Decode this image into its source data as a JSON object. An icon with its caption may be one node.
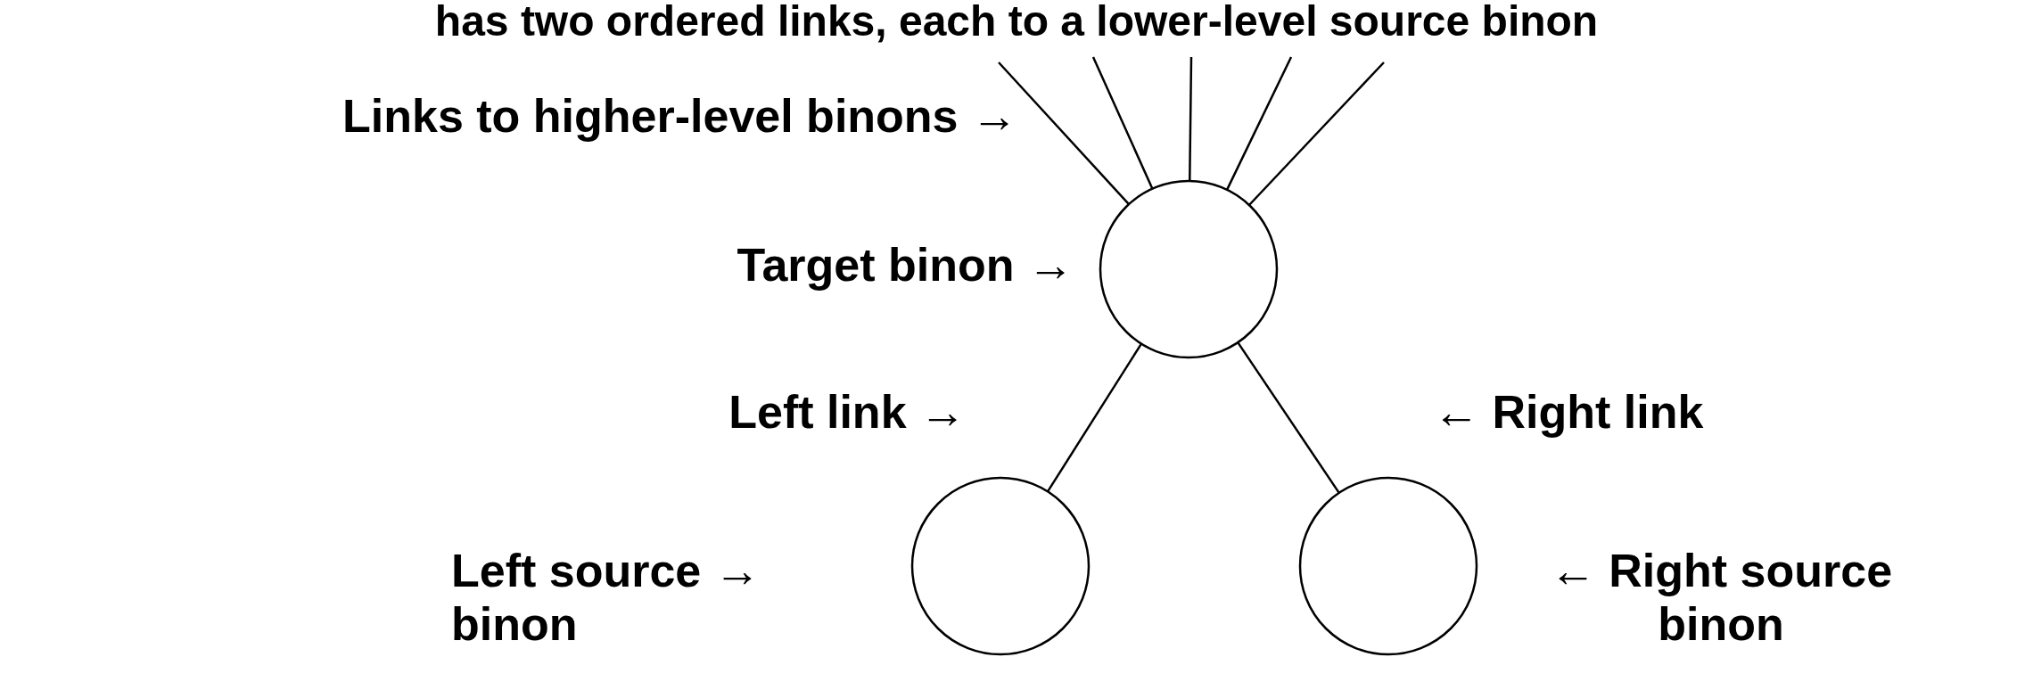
{
  "diagram": {
    "title": "has two ordered links, each to a lower-level source binon",
    "nodes": [
      {
        "text": [],
        "shape": "circle"
      },
      {
        "text": [],
        "shape": "circle"
      },
      {
        "text": [],
        "shape": "circle"
      }
    ],
    "edges": [
      {
        "from": null,
        "to": 0,
        "arrow": "none"
      },
      {
        "from": null,
        "to": 0,
        "arrow": "none"
      },
      {
        "from": null,
        "to": 0,
        "arrow": "none"
      },
      {
        "from": null,
        "to": 0,
        "arrow": "none"
      },
      {
        "from": null,
        "to": 0,
        "arrow": "none"
      },
      {
        "from": 0,
        "to": 1,
        "arrow": "none"
      },
      {
        "from": 0,
        "to": 2,
        "arrow": "none"
      }
    ],
    "labels": [
      "Links to higher-level binons →",
      "Target binon →",
      "Left link →",
      "← Right link",
      "Left source → binon",
      "← Right source binon"
    ]
  }
}
